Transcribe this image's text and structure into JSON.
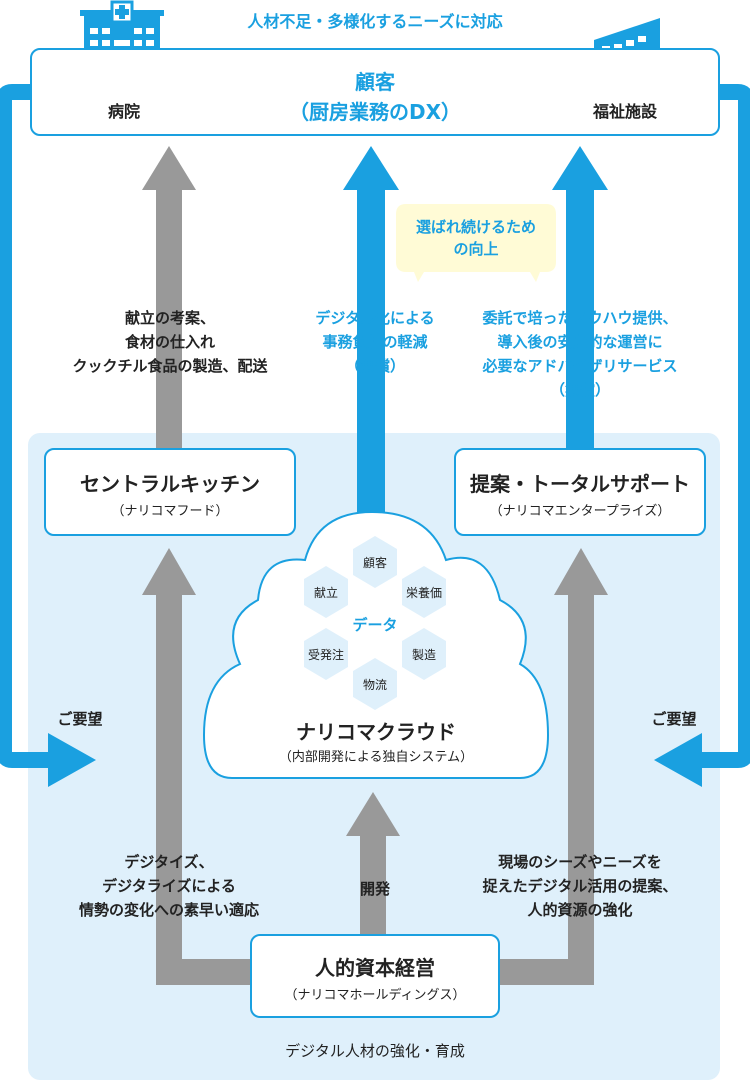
{
  "header": {
    "top_label": "人材不足・多様化するニーズに対応"
  },
  "customer": {
    "title": "顧客",
    "subtitle": "（厨房業務のDX）",
    "left_label": "病院",
    "right_label": "福祉施設"
  },
  "callout": {
    "line1": "選ばれ続けるため",
    "line2": "の向上"
  },
  "flows": {
    "left": [
      "献立の考案、",
      "食材の仕入れ",
      "クックチル食品の製造、配送"
    ],
    "center": [
      "デジタル化による",
      "事務負担の軽減",
      "（無償）"
    ],
    "right": [
      "委託で培ったノウハウ提供、",
      "導入後の安定的な運営に",
      "必要なアドバイザリサービス",
      "（無償）"
    ]
  },
  "central_kitchen": {
    "title": "セントラルキッチン",
    "subtitle": "（ナリコマフード）"
  },
  "total_support": {
    "title": "提案・トータルサポート",
    "subtitle": "（ナリコマエンタープライズ）"
  },
  "cloud": {
    "center_label": "データ",
    "hexes": [
      "顧客",
      "献立",
      "栄養価",
      "受発注",
      "製造",
      "物流"
    ],
    "title": "ナリコマクラウド",
    "subtitle": "（内部開発による独自システム）"
  },
  "requests": {
    "left": "ご要望",
    "right": "ご要望"
  },
  "bottom_flows": {
    "left": [
      "デジタイズ、",
      "デジタライズによる",
      "情勢の変化への素早い適応"
    ],
    "center": "開発",
    "right": [
      "現場のシーズやニーズを",
      "捉えたデジタル活用の提案、",
      "人的資源の強化"
    ]
  },
  "holdings": {
    "title": "人的資本経営",
    "subtitle": "（ナリコマホールディングス）"
  },
  "footer": {
    "label": "デジタル人材の強化・育成"
  },
  "colors": {
    "accent": "#1aa0e0",
    "panel": "#dff0fb",
    "arrow_gray": "#999999",
    "callout_bg": "#fffbd6"
  },
  "icons": {
    "left": "hospital-icon",
    "right": "welfare-facility-icon"
  }
}
